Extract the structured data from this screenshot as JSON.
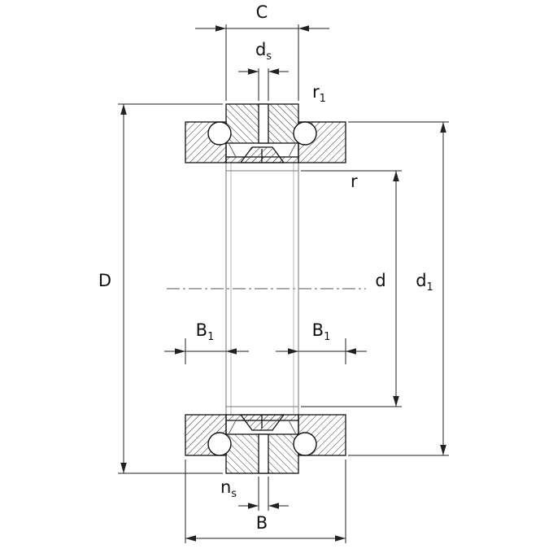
{
  "drawing": {
    "kind_visible_text_only": true,
    "labels": {
      "C": {
        "base": "C",
        "sub": ""
      },
      "ds": {
        "base": "d",
        "sub": "s"
      },
      "r1": {
        "base": "r",
        "sub": "1"
      },
      "r": {
        "base": "r",
        "sub": ""
      },
      "D": {
        "base": "D",
        "sub": ""
      },
      "d": {
        "base": "d",
        "sub": ""
      },
      "d1": {
        "base": "d",
        "sub": "1"
      },
      "B1_left": {
        "base": "B",
        "sub": "1"
      },
      "B1_right": {
        "base": "B",
        "sub": "1"
      },
      "ns": {
        "base": "n",
        "sub": "s"
      },
      "B": {
        "base": "B",
        "sub": ""
      }
    },
    "colors": {
      "outline": "#111111",
      "dimension_lines": "#222222",
      "hatching": "#333333",
      "internal_lines": "#8a8a8a",
      "background": "#ffffff"
    }
  }
}
